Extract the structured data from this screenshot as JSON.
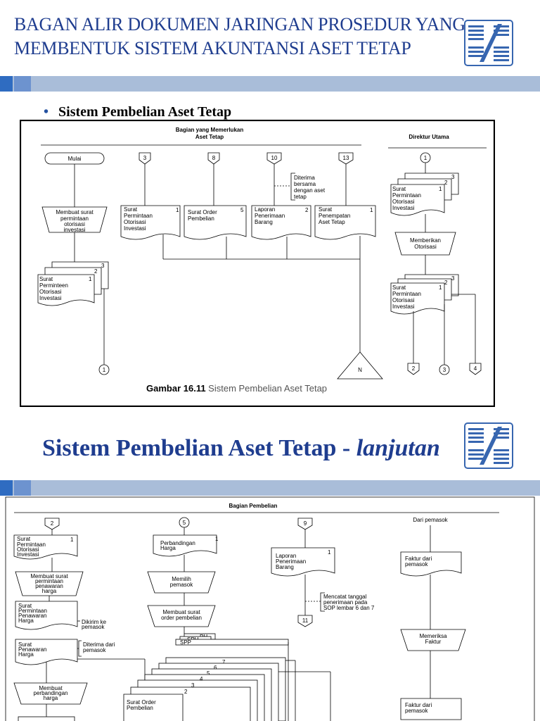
{
  "slide1": {
    "title_line1": "BAGAN ALIR DOKUMEN JARINGAN PROSEDUR YANG",
    "title_line2": "MEMBENTUK SISTEM AKUNTANSI ASET TETAP",
    "bullet": "Sistem Pembelian Aset Tetap",
    "diagram": {
      "col_header_1a": "Bagian yang Memerlukan",
      "col_header_1b": "Aset Tetap",
      "col_header_2": "Direktur Utama",
      "start": "Mulai",
      "c3": "3",
      "c8": "8",
      "c10": "10",
      "c13": "13",
      "c1top": "1",
      "note_l1": "Diterima",
      "note_l2": "bersama",
      "note_l3": "dengan aset",
      "note_l4": "tetap",
      "doc_a_l1": "Surat",
      "doc_a_l2": "Permintaan",
      "doc_a_l3": "Otorisasi",
      "doc_a_l4": "Investasi",
      "doc_a_n": "1",
      "doc_b_l1": "Surat Order",
      "doc_b_l2": "Pembelian",
      "doc_b_n": "5",
      "doc_c_l1": "Laporan",
      "doc_c_l2": "Penerimaan",
      "doc_c_l3": "Barang",
      "doc_c_n": "2",
      "doc_d_l1": "Surat",
      "doc_d_l2": "Penempatan",
      "doc_d_l3": "Aset Tetap",
      "doc_d_n": "1",
      "proc1_l1": "Membuat surat",
      "proc1_l2": "permintaan",
      "proc1_l3": "otorisasi",
      "proc1_l4": "investasi",
      "stack_l1": "Surat",
      "stack_l2": "Perminteen",
      "stack_l3": "Otorisasi",
      "stack_l4": "Investasi",
      "n1": "1",
      "n2": "2",
      "n3": "3",
      "r_stack_l1": "Surat",
      "r_stack_l2": "Permintaan",
      "r_stack_l3": "Otorisasi",
      "r_stack_l4": "Investasi",
      "proc2_l1": "Memberikan",
      "proc2_l2": "Otorisasi",
      "r2_l1": "Surat",
      "r2_l2": "Permintaan",
      "r2_l3": "Otorisasi",
      "r2_l4": "Investasi",
      "file_n": "N",
      "c1bot": "1",
      "c2": "2",
      "c3b": "3",
      "c4": "4",
      "caption_bold": "Gambar 16.11",
      "caption_rest": " Sistem Pembelian Aset Tetap"
    }
  },
  "slide2": {
    "title_main": "Sistem Pembelian Aset Tetap - ",
    "title_italic": "lanjutan",
    "diagram": {
      "header": "Bagian Pembelian",
      "from_supplier": "Dari pemasok",
      "c2": "2",
      "c5": "5",
      "c9": "9",
      "c11": "11",
      "d1_l1": "Surat",
      "d1_l2": "Permintaan",
      "d1_l3": "Otorisasi",
      "d1_l4": "Investasi",
      "d1_n": "1",
      "p1_l1": "Membuat surat",
      "p1_l2": "permintaan",
      "p1_l3": "penawaran",
      "p1_l4": "harga",
      "d2_l1": "Surat",
      "d2_l2": "Permintaan",
      "d2_l3": "Penawaran",
      "d2_l4": "Harga",
      "sent_l1": "Dikirim ke",
      "sent_l2": "pemasok",
      "d3_l1": "Surat",
      "d3_l2": "Penawaran",
      "d3_l3": "Harga",
      "recv_l1": "Diterima dari",
      "recv_l2": "pemasok",
      "p2_l1": "Membuat",
      "p2_l2": "perbandingan",
      "p2_l3": "harga",
      "d4_l1": "Perbandingan",
      "d4_l2": "Harga",
      "d4_n": "1",
      "p3_l1": "Memilih",
      "p3_l2": "pemasok",
      "p4_l1": "Membuat surat",
      "p4_l2": "order pembelian",
      "ph": "PH",
      "sph": "SPH",
      "spp": "SPP",
      "s7": "7",
      "s6": "6",
      "s5": "5",
      "s4": "4",
      "s3": "3",
      "s2": "2",
      "d5_l1": "Surat Order",
      "d5_l2": "Pembelian",
      "d6_l1": "Laporan",
      "d6_l2": "Penerimaan",
      "d6_l3": "Barang",
      "d6_n": "1",
      "note_l1": "Mencatat tanggal",
      "note_l2": "penerimaan pada",
      "note_l3": "SOP lembar 6 dan 7",
      "d7_l1": "Faktur dari",
      "d7_l2": "pemasok",
      "p5_l1": "Memeriksa",
      "p5_l2": "Faktur",
      "d8_l1": "Faktur dari",
      "d8_l2": "pemasok"
    }
  },
  "colors": {
    "title": "#1f3d8f",
    "band": "#a9bdd9",
    "accent": "#2f6cc1",
    "logo": "#3766b0"
  }
}
